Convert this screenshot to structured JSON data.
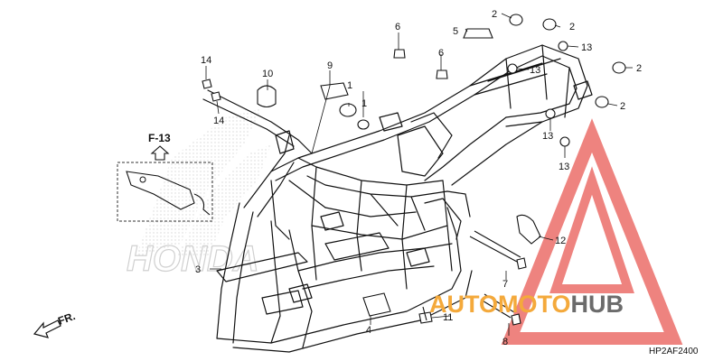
{
  "diagram": {
    "reference_label": "F-13",
    "direction_label": "FR.",
    "diagram_code": "HP2AF2400",
    "callouts": [
      "1",
      "1",
      "2",
      "2",
      "2",
      "2",
      "3",
      "4",
      "5",
      "6",
      "6",
      "7",
      "8",
      "9",
      "10",
      "11",
      "12",
      "13",
      "13",
      "13",
      "13",
      "14",
      "14"
    ]
  },
  "watermark": {
    "brand_auto": "AUTO",
    "brand_moto": "MOTO",
    "brand_hub": "HUB",
    "honda_logo": "HONDA",
    "colors": {
      "auto": "#f4a93b",
      "moto": "#f4a93b",
      "hub": "#6b6b6b",
      "triangle": "#e8504a"
    }
  }
}
